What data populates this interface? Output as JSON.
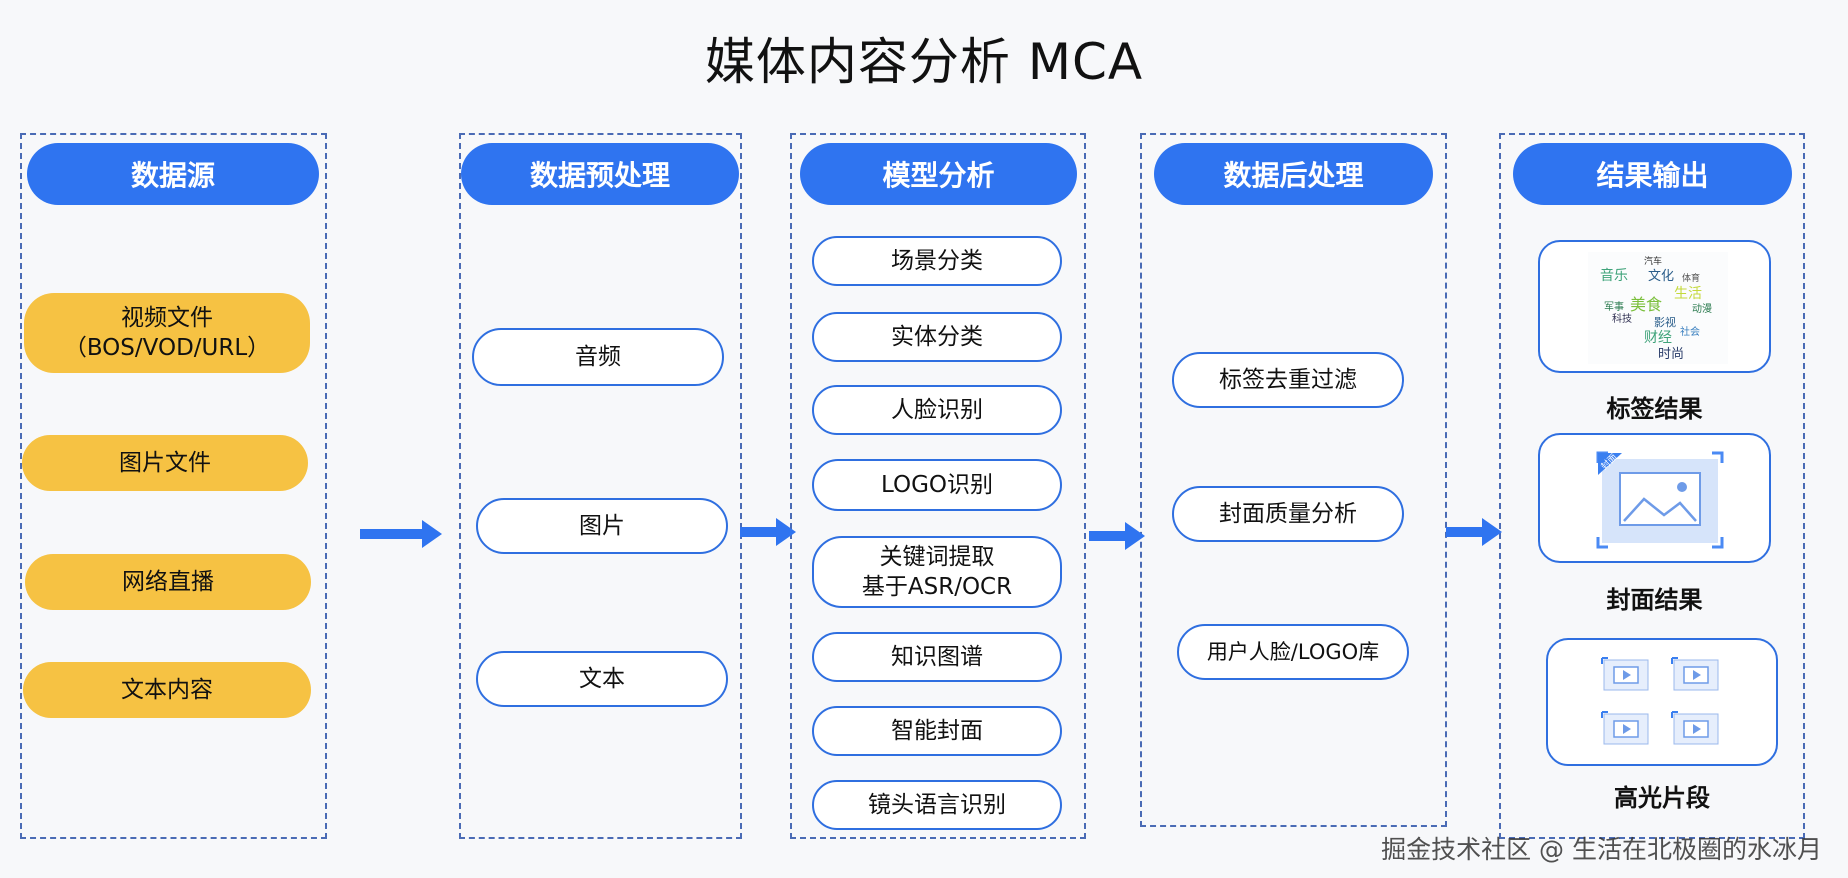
{
  "title": "媒体内容分析 MCA",
  "columns": {
    "source": {
      "header": "数据源",
      "items": [
        "视频文件\n（BOS/VOD/URL）",
        "图片文件",
        "网络直播",
        "文本内容"
      ]
    },
    "preprocess": {
      "header": "数据预处理",
      "items": [
        "音频",
        "图片",
        "文本"
      ]
    },
    "model": {
      "header": "模型分析",
      "items": [
        "场景分类",
        "实体分类",
        "人脸识别",
        "LOGO识别",
        "关键词提取\n基于ASR/OCR",
        "知识图谱",
        "智能封面",
        "镜头语言识别"
      ]
    },
    "postprocess": {
      "header": "数据后处理",
      "items": [
        "标签去重过滤",
        "封面质量分析",
        "用户人脸/LOGO库"
      ]
    },
    "output": {
      "header": "结果输出",
      "items": [
        "标签结果",
        "封面结果",
        "高光片段"
      ],
      "wordcloud": [
        "音乐",
        "汽车",
        "文化",
        "体育",
        "军事",
        "美食",
        "生活",
        "科技",
        "影视",
        "动漫",
        "财经",
        "社会",
        "时尚"
      ],
      "cover_badge": "封面"
    }
  },
  "watermark": "掘金技术社区 @ 生活在北极圈的水冰月",
  "colors": {
    "accent": "#2f74f0",
    "yellow": "#f6c243",
    "border": "#4a6bb5"
  }
}
